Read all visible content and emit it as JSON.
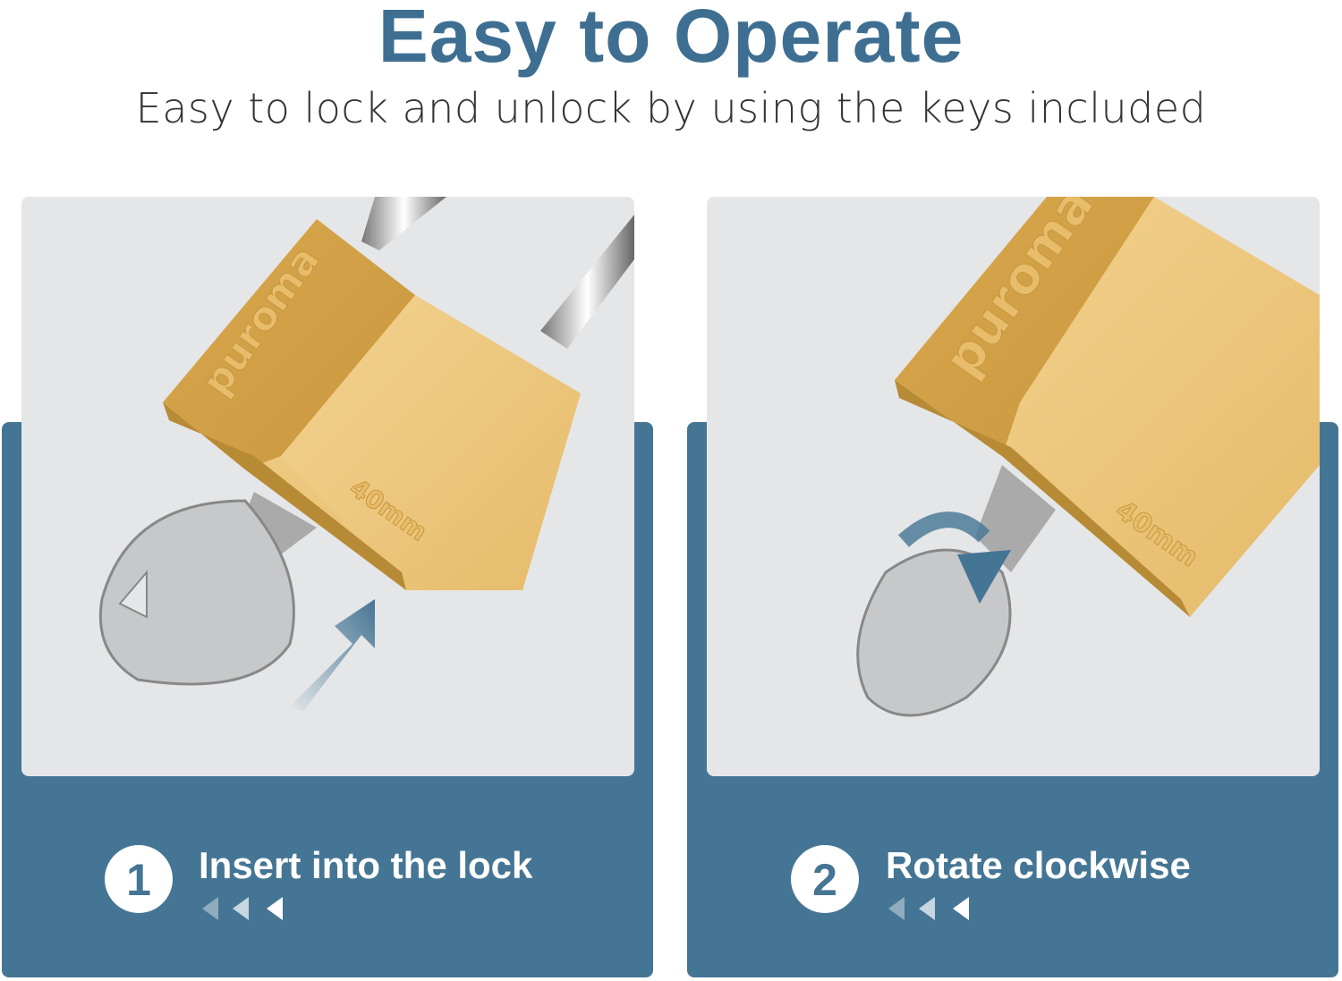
{
  "header": {
    "title": "Easy to Operate",
    "subtitle": "Easy to lock and unlock by using the keys included"
  },
  "colors": {
    "accent": "#3e6f92",
    "panel": "#457594",
    "card": "#e4e6e8",
    "brass": "#e3b866"
  },
  "steps": [
    {
      "number": "1",
      "label": "Insert into the lock",
      "arrow_icon": "arrow-up-right-icon",
      "brand_logo": "puroma",
      "size_mark": "40mm"
    },
    {
      "number": "2",
      "label": "Rotate clockwise",
      "arrow_icon": "rotate-clockwise-arrow-icon",
      "brand_logo": "puroma",
      "size_mark": "40mm"
    }
  ]
}
